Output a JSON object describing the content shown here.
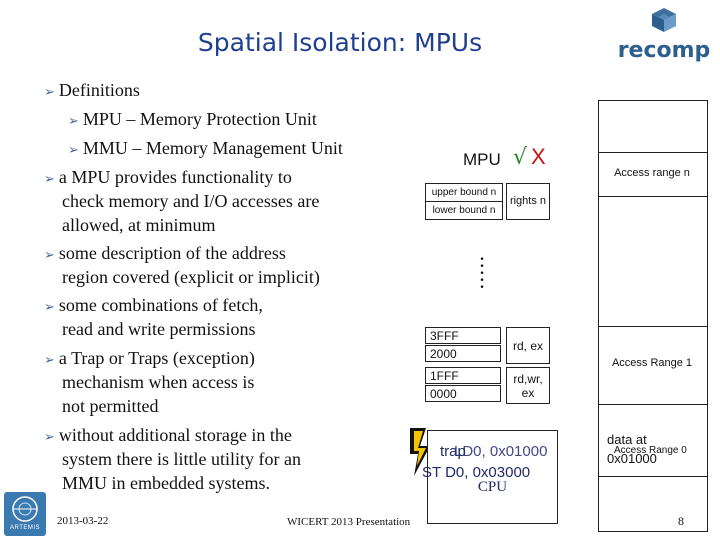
{
  "slide": {
    "title": "Spatial Isolation: MPUs",
    "logo_text": "recomp",
    "bullets": [
      {
        "level": 1,
        "text": "Definitions"
      },
      {
        "level": 2,
        "text": "MPU – Memory Protection Unit"
      },
      {
        "level": 2,
        "text": "MMU – Memory Management Unit"
      },
      {
        "level": 1,
        "text": "a MPU provides functionality to"
      },
      {
        "level": 0,
        "text": "check memory and I/O accesses are"
      },
      {
        "level": 0,
        "text": "allowed, at minimum"
      },
      {
        "level": 1,
        "text": "some description of the address"
      },
      {
        "level": 0,
        "text": "region covered (explicit or implicit)"
      },
      {
        "level": 1,
        "text": "some combinations of fetch,"
      },
      {
        "level": 0,
        "text": "read and write permissions"
      },
      {
        "level": 1,
        "text": "a Trap or Traps (exception)"
      },
      {
        "level": 0,
        "text": "mechanism when access is"
      },
      {
        "level": 0,
        "text": "not permitted"
      },
      {
        "level": 1,
        "text": "without additional storage in the"
      },
      {
        "level": 0,
        "text": "system there is little utility for an"
      },
      {
        "level": 0,
        "text": "MMU in embedded systems."
      }
    ],
    "diagram": {
      "mpu_label": "MPU",
      "check": "√",
      "cross": "X",
      "upper_bound": "upper bound n",
      "lower_bound": "lower bound n",
      "rights_n": "rights n",
      "range1_upper": "3FFF",
      "range1_lower": "2000",
      "range1_rights": "rd, ex",
      "range0_upper": "1FFF",
      "range0_lower": "0000",
      "range0_rights": "rd,wr, ex",
      "cpu_line1a": "trap",
      "cpu_line1b": "LD0, 0x01000",
      "cpu_line2": "ST D0, 0x03000",
      "cpu_label": "CPU",
      "access_range_n": "Access range n",
      "access_range_1": "Access Range 1",
      "data_at": "data at",
      "access_range_0": "Access Range 0",
      "data_addr": "0x01000"
    },
    "footer": {
      "date": "2013-03-22",
      "event": "WICERT 2013 Presentation",
      "page": "8",
      "logo_text": "ARTEMIS"
    }
  }
}
